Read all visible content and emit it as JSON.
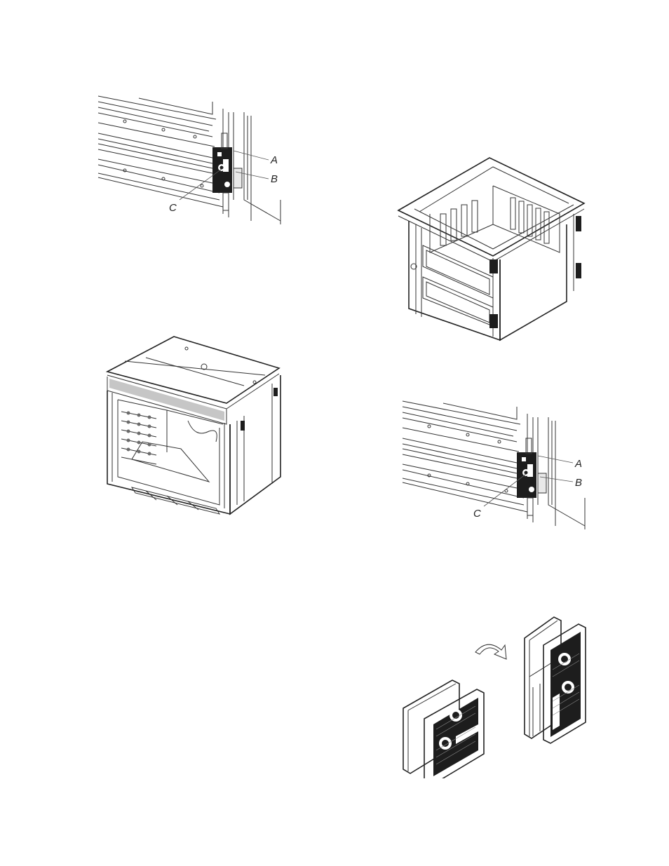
{
  "figures": {
    "bracket_top": {
      "label_a": "A",
      "label_b": "B",
      "label_c": "C"
    },
    "bracket_bottom": {
      "label_a": "A",
      "label_b": "B",
      "label_c": "C"
    }
  }
}
